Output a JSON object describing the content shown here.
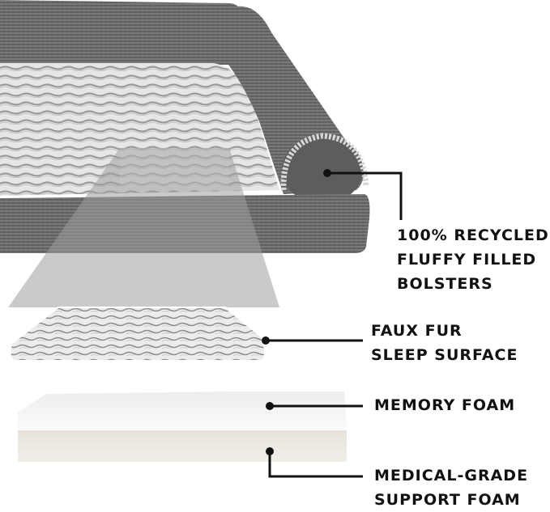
{
  "image": {
    "subject": "orthopedic sofa-style dog bed, layered cutaway",
    "colors": {
      "background": "#ffffff",
      "fabric_dark": "#5a5a5a",
      "fabric_mid": "#7a7a7a",
      "fur_light": "#e4e4e4",
      "fur_stripe": "#9a9a9a",
      "projection": "#b3b3b3",
      "memory_foam": "#f4f4f4",
      "support_foam": "#ede9e2",
      "callout": "#111111"
    }
  },
  "callouts": [
    {
      "id": "bolsters",
      "lines": [
        "100% RECYCLED",
        "FLUFFY FILLED",
        "BOLSTERS"
      ]
    },
    {
      "id": "sleep-surface",
      "lines": [
        "FAUX FUR",
        "SLEEP SURFACE"
      ]
    },
    {
      "id": "memory-foam",
      "lines": [
        "MEMORY FOAM"
      ]
    },
    {
      "id": "support-foam",
      "lines": [
        "MEDICAL-GRADE",
        "SUPPORT FOAM"
      ]
    }
  ]
}
